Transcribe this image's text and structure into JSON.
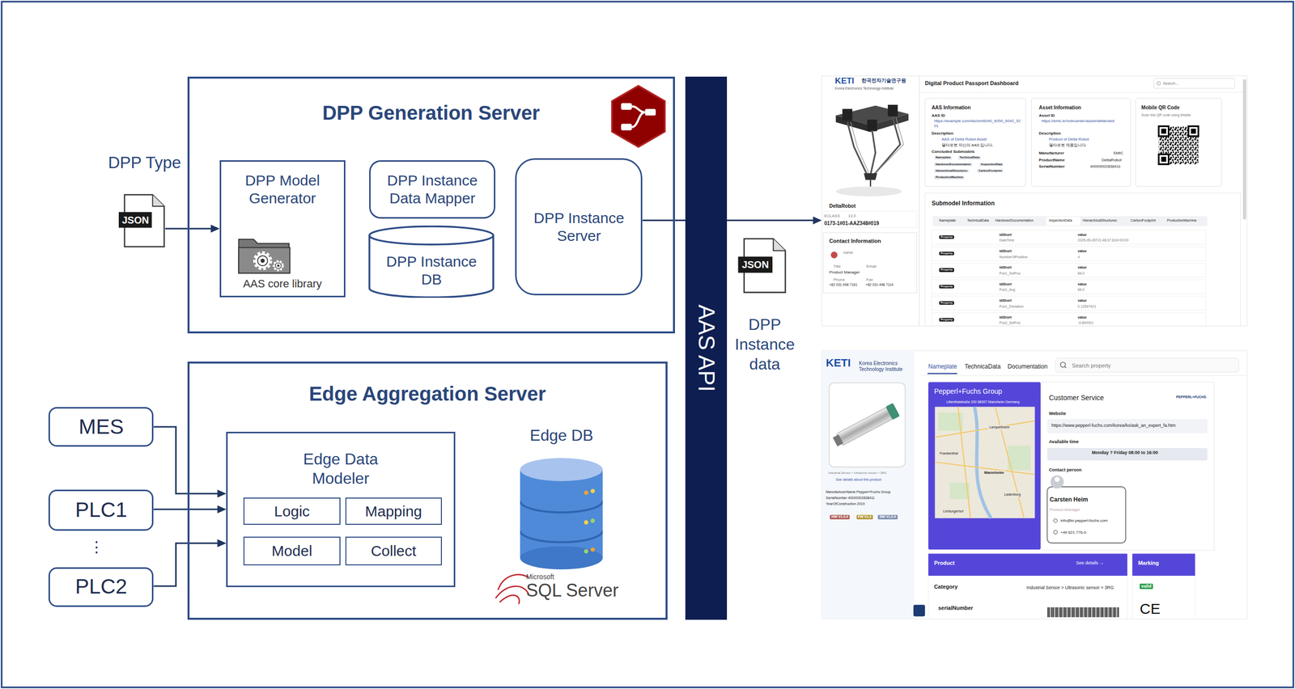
{
  "diagram": {
    "nodes": [
      {
        "text": [
          "DPP Type",
          "JSON"
        ]
      },
      {
        "text": [
          "DPP Generation Server"
        ]
      },
      {
        "text": [
          "DPP Model Generator",
          "AAS core library"
        ],
        "in": 1
      },
      {
        "text": [
          "DPP Instance Data Mapper"
        ],
        "in": 1
      },
      {
        "text": [
          "DPP Instance DB"
        ],
        "in": 1
      },
      {
        "text": [
          "DPP Instance Server"
        ],
        "in": 1
      },
      {
        "text": [
          "AAS API"
        ]
      },
      {
        "text": [
          "JSON",
          "DPP Instance data"
        ]
      },
      {
        "text": [
          "Digital Product Passport Dashboard"
        ]
      },
      {
        "text": [
          "MES"
        ]
      },
      {
        "text": [
          "PLC1"
        ]
      },
      {
        "text": [
          "PLC2"
        ]
      },
      {
        "text": [
          "Edge Aggregation Server"
        ]
      },
      {
        "text": [
          "Edge Data Modeler"
        ],
        "in": 12
      },
      {
        "text": [
          "Logic"
        ],
        "in": 13
      },
      {
        "text": [
          "Mapping"
        ],
        "in": 13
      },
      {
        "text": [
          "Model"
        ],
        "in": 13
      },
      {
        "text": [
          "Collect"
        ],
        "in": 13
      },
      {
        "text": [
          "Edge DB"
        ],
        "in": 12
      }
    ],
    "edges": [
      {
        "from": 0,
        "to": 2,
        "arrow": "to"
      },
      {
        "from": 5,
        "to": 8,
        "arrow": "to"
      },
      {
        "from": 9,
        "to": 13,
        "arrow": "to"
      },
      {
        "from": 10,
        "to": 13,
        "arrow": "to"
      },
      {
        "from": 11,
        "to": 13,
        "arrow": "to"
      }
    ],
    "labels": [
      "⋮",
      "Microsoft",
      "SQL Server",
      "KETI",
      "한국전자기술연구원",
      "Korea Electronics Technology Institute",
      "DeltaRobot",
      "ECLASS",
      "13.0",
      "0173-1#01-AAZ348#019",
      "Contact Information",
      "name",
      "Title",
      "Email",
      "Product Manager",
      "Phone",
      "Fax",
      "+82 031 498 7161",
      "+82 031 498 7114",
      "Search...",
      "AAS Information",
      "AAS ID",
      "https://example.com/ids/sm/6040_6050_6042_5201",
      "Description",
      "AAS of Delta Robot Asset",
      "델타로봇 자산의 AAS 입니다.",
      "Concluded Submodels",
      "Nameplate",
      "TechnicalData",
      "HandoverDocumentation",
      "InspectionData",
      "HierarchicalStructures",
      "CarbonFootprint",
      "ProductionMachine",
      "Asset Information",
      "Asset ID",
      "https://smic.kr/ivdxcenter/asset/deltarobot",
      "Description",
      "Product of Delta Robot",
      "델타로봇 제품입니다.",
      "Manufacturer",
      "SMIC",
      "ProductName",
      "DeltaRobot",
      "SerialNumber",
      "40000002838411",
      "Mobile QR Code",
      "Scan this QR code using Mobile",
      "Submodel Information",
      "Nameplate",
      "TechnicalData",
      "HandoverDocumentation",
      "InspectionData",
      "HierarchicalStructures",
      "CarbonFootprint",
      "ProductionMachine",
      "Property",
      "idShort",
      "DateTime",
      "value",
      "2025-05-26T21:48:37.816+09:00",
      "Property",
      "idShort",
      "NumberOfPosition",
      "value",
      "4",
      "Property",
      "idShort",
      "Pos1_SetPos",
      "value",
      "86.0",
      "Property",
      "idShort",
      "Pos1_Avg",
      "value",
      "86.0",
      "Property",
      "idShort",
      "Pos1_Deviation",
      "value",
      "0.12597421",
      "Property",
      "idShort",
      "Pos2_SetPos",
      "value",
      "-9.800001",
      "KETI",
      "Korea Electronics Technology Institute",
      "Nameplate",
      "TechnicaData",
      "Documentation",
      "Search property",
      "Industrial Sensor > Ultrasonic sensor > 3RG",
      "See details about this product",
      "ManufacturerName Pepperl+Fuchs Group",
      "SerialNumber 40000002838411",
      "YearOfConstruction 2019",
      "HW V1.0.0",
      "FW V1.2",
      "SW V1.0.0",
      "Pepperl+Fuchs Group",
      "Lilienthalstraße 200 68307 Mannheim Germany",
      "Lampertheim",
      "Frankenthal",
      "Mannheim",
      "Ladenburg",
      "Limburgerhof",
      "Customer Service",
      "PEPPERL+FUCHS",
      "Website",
      "https://www.pepperl-fuchs.com/korea/ko/ask_an_expert_fa.htm",
      "Available time",
      "Monday ? Friday 08:00 to 16:00",
      "Contact person",
      "Carsten Heim",
      "Product Manager",
      "info@kr.pepperl-fuchs.com",
      "+49 621 776-0",
      "Product",
      "See details →",
      "Marking",
      "Category",
      "Industrial Sensor > Ultrasonic sensor > 3RG",
      "serialNumber",
      "valid",
      "CE"
    ]
  }
}
